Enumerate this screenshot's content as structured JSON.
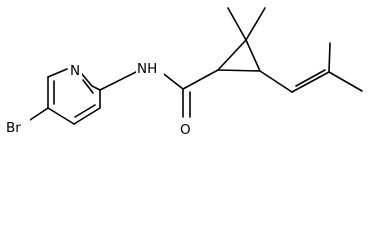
{
  "molecule": {
    "atoms": {
      "bromine": "Br",
      "pyridine_nitrogen": "N",
      "amide_nitrogen": "NH",
      "carbonyl_oxygen": "O"
    },
    "colors": {
      "bond": "#000000",
      "label": "#000000",
      "background": "#ffffff"
    }
  }
}
